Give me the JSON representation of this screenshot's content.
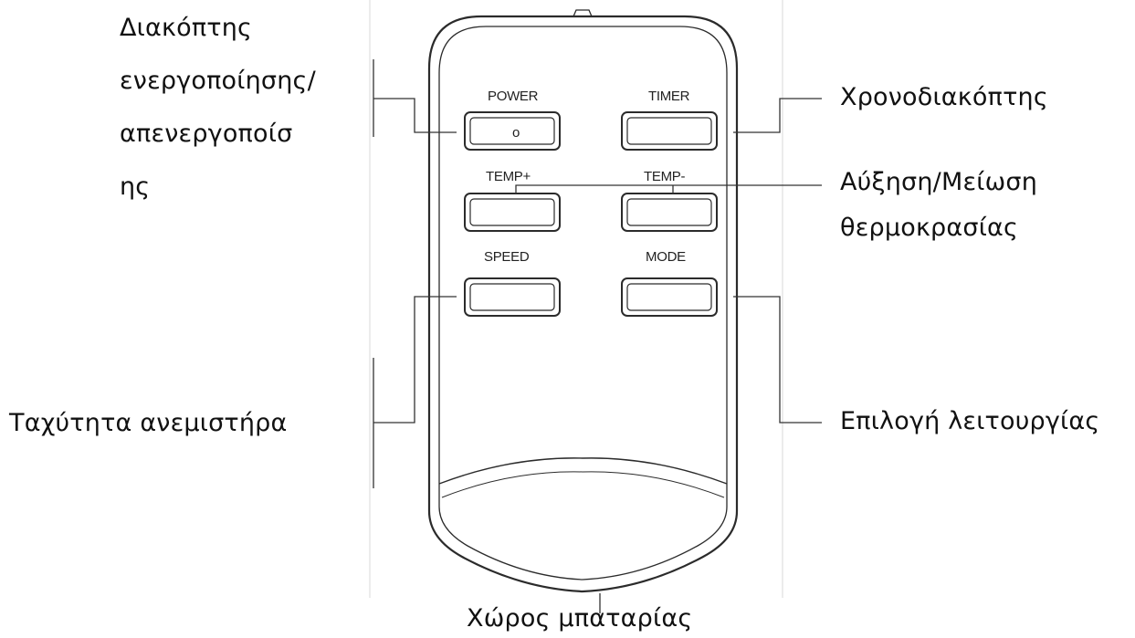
{
  "remote": {
    "buttons": [
      {
        "id": "power",
        "label": "POWER",
        "symbol": "o"
      },
      {
        "id": "timer",
        "label": "TIMER"
      },
      {
        "id": "temp-up",
        "label": "TEMP+"
      },
      {
        "id": "temp-down",
        "label": "TEMP-"
      },
      {
        "id": "speed",
        "label": "SPEED"
      },
      {
        "id": "mode",
        "label": "MODE"
      }
    ]
  },
  "callouts": {
    "power": [
      "Διακόπτης",
      "ενεργοποίησης/",
      "απενεργοποίσ",
      "ης"
    ],
    "timer": "Χρονοδιακόπτης",
    "temperature": [
      "Αύξηση/Μείωση",
      "θερμοκρασίας"
    ],
    "fan_speed": "Ταχύτητα ανεμιστήρα",
    "mode": "Επιλογή λειτουργίας",
    "battery": "Χώρος μπαταρίας"
  },
  "colors": {
    "outline": "#2b2b2b",
    "leader_line": "#333333",
    "text": "#111111"
  }
}
